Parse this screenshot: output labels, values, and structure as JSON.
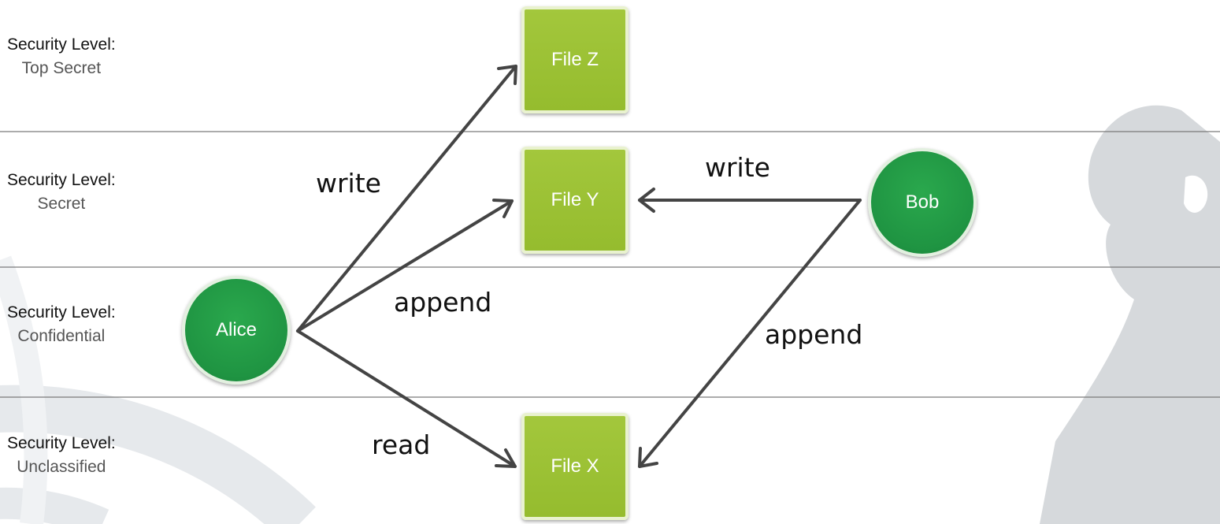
{
  "levels": [
    {
      "header": "Security Level:",
      "value": "Top Secret"
    },
    {
      "header": "Security Level:",
      "value": "Secret"
    },
    {
      "header": "Security Level:",
      "value": "Confidential"
    },
    {
      "header": "Security Level:",
      "value": "Unclassified"
    }
  ],
  "files": {
    "z": "File Z",
    "y": "File Y",
    "x": "File X"
  },
  "users": {
    "alice": "Alice",
    "bob": "Bob"
  },
  "arrow_labels": {
    "alice_write": "write",
    "alice_append": "append",
    "alice_read": "read",
    "bob_write": "write",
    "bob_append": "append"
  },
  "colors": {
    "file_green": "#9dc234",
    "user_green": "#1f9442",
    "arrow": "#444444",
    "divider": "#7a7a7a",
    "background_shape": "#d6d9dc"
  }
}
